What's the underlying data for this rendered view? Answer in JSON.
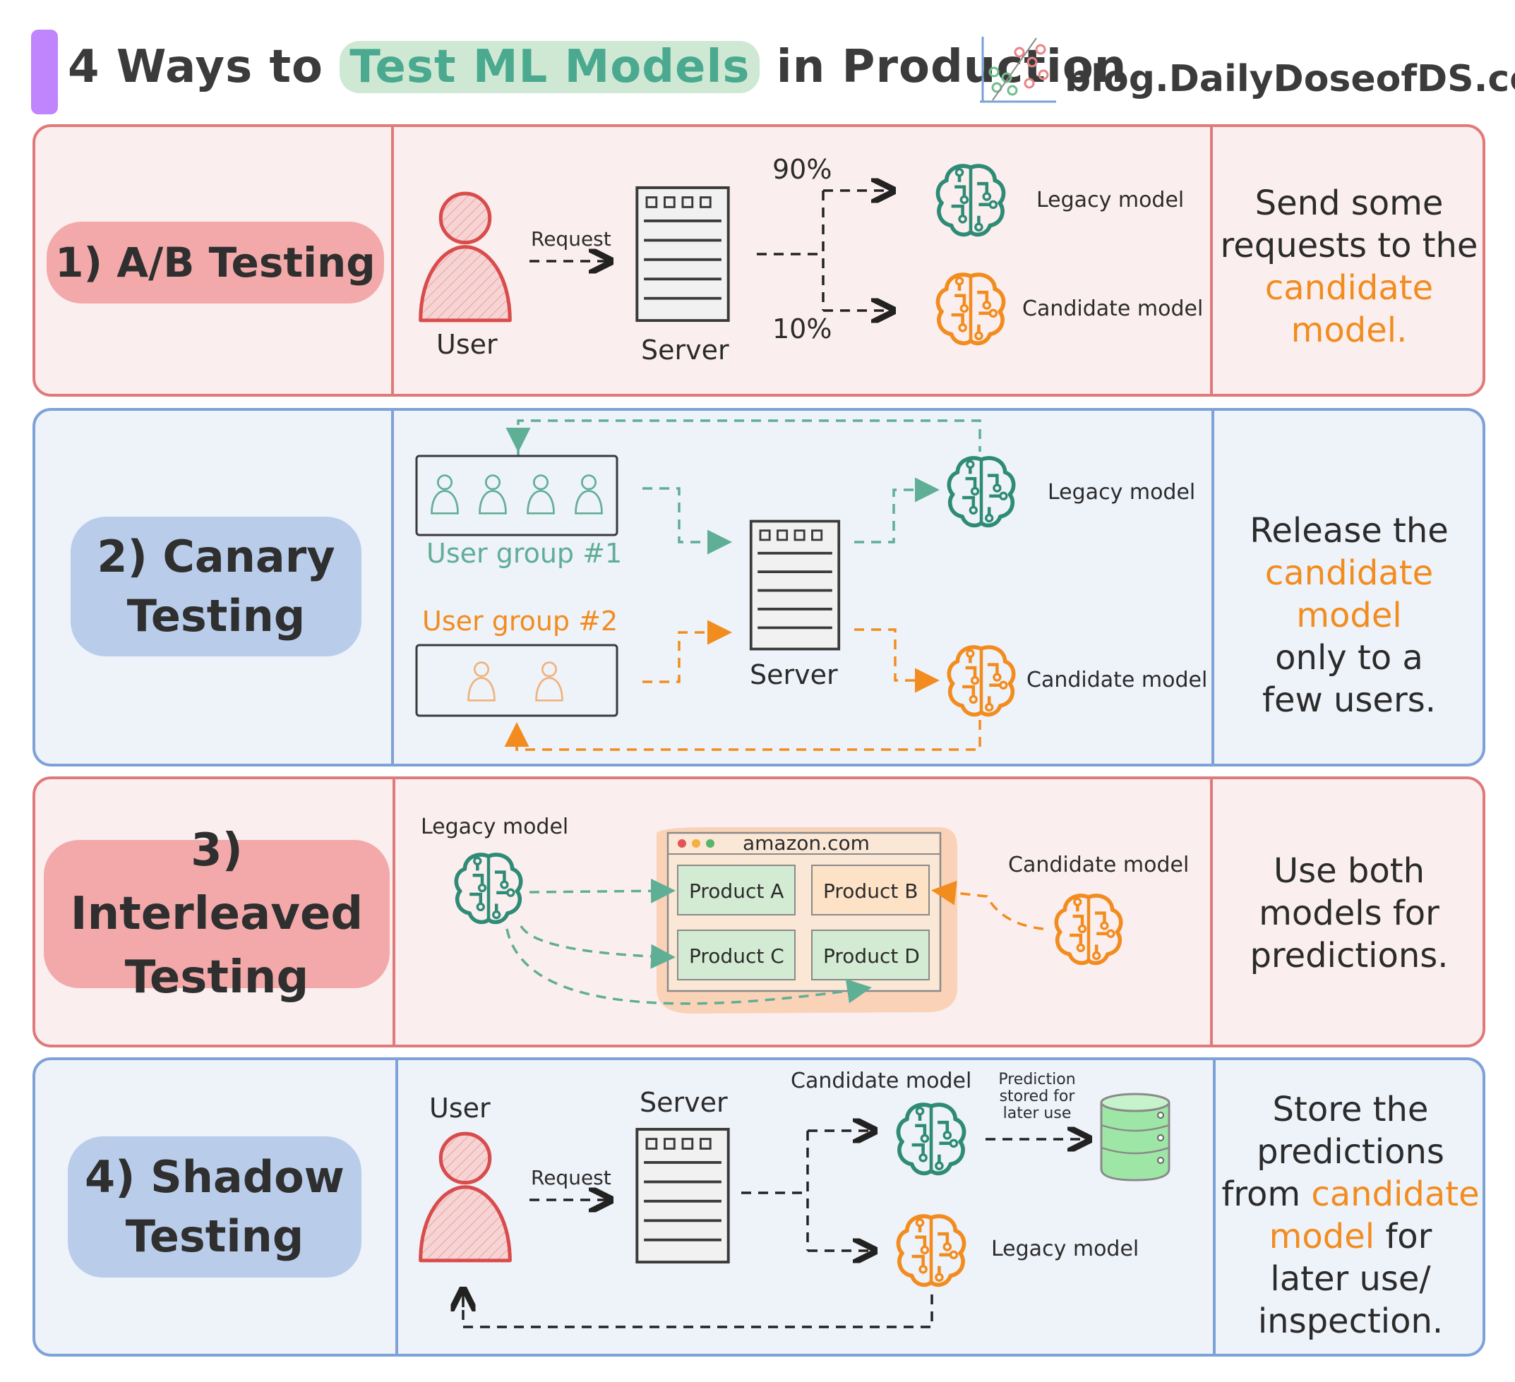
{
  "header": {
    "title_pre": "4 Ways to",
    "title_highlight": "Test ML Models",
    "title_post": "in Production",
    "site": "blog.DailyDoseofDS.com"
  },
  "sections": [
    {
      "label": "1) A/B Testing",
      "description": [
        "Send some",
        "requests to the",
        "candidate",
        "model."
      ],
      "diagram": {
        "user": "User",
        "request": "Request",
        "server": "Server",
        "pct_top": "90%",
        "pct_bottom": "10%",
        "legacy": "Legacy model",
        "candidate": "Candidate model"
      }
    },
    {
      "label_line1": "2) Canary",
      "label_line2": "Testing",
      "description": [
        "Release the",
        "candidate model",
        "only to a",
        "few users."
      ],
      "diagram": {
        "group1": "User group #1",
        "group2": "User group #2",
        "server": "Server",
        "legacy": "Legacy model",
        "candidate": "Candidate model"
      }
    },
    {
      "label_line1": "3) Interleaved",
      "label_line2": "Testing",
      "description": [
        "Use both",
        "models for",
        "predictions."
      ],
      "diagram": {
        "legacy": "Legacy model",
        "candidate": "Candidate model",
        "site": "amazon.com",
        "products": [
          "Product A",
          "Product B",
          "Product C",
          "Product D"
        ]
      }
    },
    {
      "label_line1": "4) Shadow",
      "label_line2": "Testing",
      "description_pre": [
        "Store the",
        "predictions"
      ],
      "description_from": "from",
      "description_candidate": "candidate",
      "description_model": "model",
      "description_for": "for",
      "description_post": [
        "later use/",
        "inspection."
      ],
      "diagram": {
        "user": "User",
        "request": "Request",
        "server": "Server",
        "candidate": "Candidate model",
        "legacy": "Legacy model",
        "stored": [
          "Prediction",
          "stored for",
          "later use"
        ]
      }
    }
  ],
  "colors": {
    "red_border": "#e07a7a",
    "blue_border": "#7da2d8",
    "green": "#4aa98f",
    "orange": "#f28c1e",
    "purple": "#c084fc"
  }
}
